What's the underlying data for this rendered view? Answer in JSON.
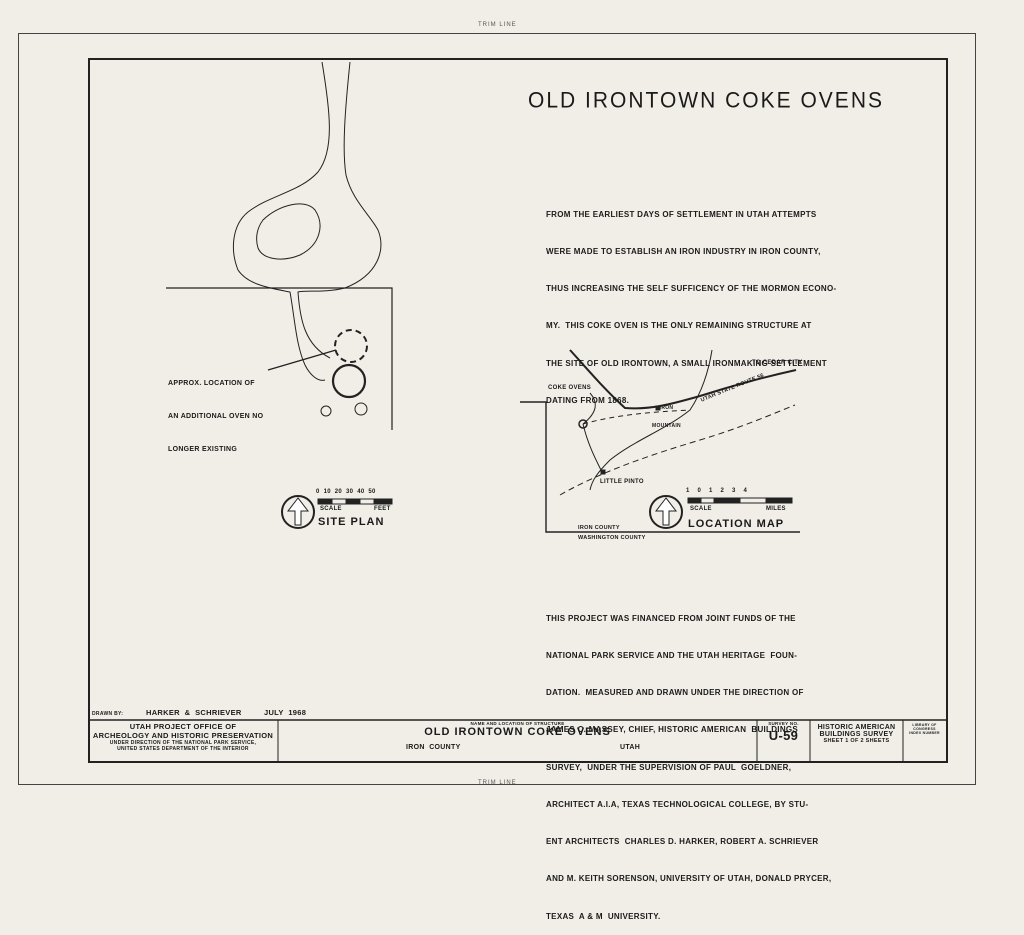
{
  "trim_top": "TRIM LINE",
  "trim_bottom": "TRIM LINE",
  "title": "OLD IRONTOWN COKE OVENS",
  "intro_lines": [
    "FROM THE EARLIEST DAYS OF SETTLEMENT IN UTAH ATTEMPTS",
    "WERE MADE TO ESTABLISH AN IRON INDUSTRY IN IRON COUNTY,",
    "THUS INCREASING THE SELF SUFFICENCY OF THE MORMON ECONO-",
    "MY.  THIS COKE OVEN IS THE ONLY REMAINING STRUCTURE AT",
    "THE SITE OF OLD IRONTOWN, A SMALL IRONMAKING SETTLEMENT",
    "DATING FROM 1868."
  ],
  "site_plan": {
    "oven_note_lines": [
      "APPROX. LOCATION OF",
      "AN ADDITIONAL OVEN NO",
      "LONGER EXISTING"
    ],
    "scale_numbers": "0  10  20  30  40  50",
    "scale_label": "SCALE",
    "scale_unit": "FEET",
    "caption": "SITE  PLAN"
  },
  "location_map": {
    "to_cedar_city": "TO CEDAR CITY",
    "coke_ovens": "COKE OVENS",
    "iron_mountain_1": "IRON",
    "iron_mountain_2": "MOUNTAIN",
    "route": "UTAH STATE ROUTE 56",
    "little_pinto": "LITTLE PINTO",
    "iron_county": "IRON COUNTY",
    "washington_county": "WASHINGTON COUNTY",
    "scale_numbers": "1    0    1    2    3    4",
    "scale_label": "SCALE",
    "scale_unit": "MILES",
    "caption": "LOCATION    MAP"
  },
  "project_lines": [
    "THIS PROJECT WAS FINANCED FROM JOINT FUNDS OF THE",
    "NATIONAL PARK SERVICE AND THE UTAH HERITAGE  FOUN-",
    "DATION.  MEASURED AND DRAWN UNDER THE DIRECTION OF",
    "JAMES C. MASSEY, CHIEF, HISTORIC AMERICAN  BUILDINGS",
    "SURVEY,  UNDER THE SUPERVISION OF PAUL  GOELDNER,",
    "ARCHITECT A.I.A, TEXAS TECHNOLOGICAL COLLEGE, BY STU-",
    "ENT ARCHITECTS  CHARLES D. HARKER, ROBERT A. SCHRIEVER",
    "AND M. KEITH SORENSON, UNIVERSITY OF UTAH, DONALD PRYCER,",
    "TEXAS  A & M  UNIVERSITY."
  ],
  "title_block": {
    "drawn_by_label": "DRAWN BY:",
    "drawn_by": "HARKER  &  SCHRIEVER",
    "date": "JULY  1968",
    "office_1": "UTAH  PROJECT   OFFICE  OF",
    "office_2": "ARCHEOLOGY  AND  HISTORIC  PRESERVATION",
    "office_3": "UNDER DIRECTION OF THE NATIONAL PARK SERVICE,",
    "office_4": "UNITED STATES DEPARTMENT OF THE INTERIOR",
    "structure_label": "NAME AND LOCATION OF STRUCTURE",
    "structure_name": "OLD IRONTOWN COKE OVENS",
    "county": "IRON  COUNTY",
    "state": "UTAH",
    "survey_label": "SURVEY NO.",
    "survey_no": "U-59",
    "habs_1": "HISTORIC AMERICAN",
    "habs_2": "BUILDINGS SURVEY",
    "sheet": "SHEET  1  OF  2  SHEETS",
    "loc_1": "LIBRARY OF CONGRESS",
    "loc_2": "INDEX NUMBER"
  }
}
